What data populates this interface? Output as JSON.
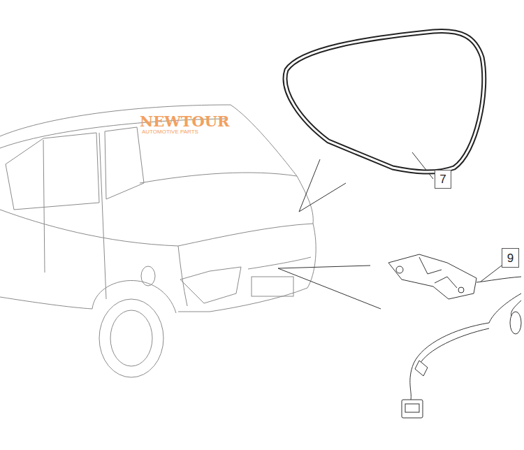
{
  "diagram": {
    "nodes": [
      {
        "text": [
          "7"
        ]
      },
      {
        "text": [
          "9"
        ]
      }
    ],
    "labels": [
      "NEWTOUR",
      "AUTOMOTIVE PARTS"
    ]
  }
}
